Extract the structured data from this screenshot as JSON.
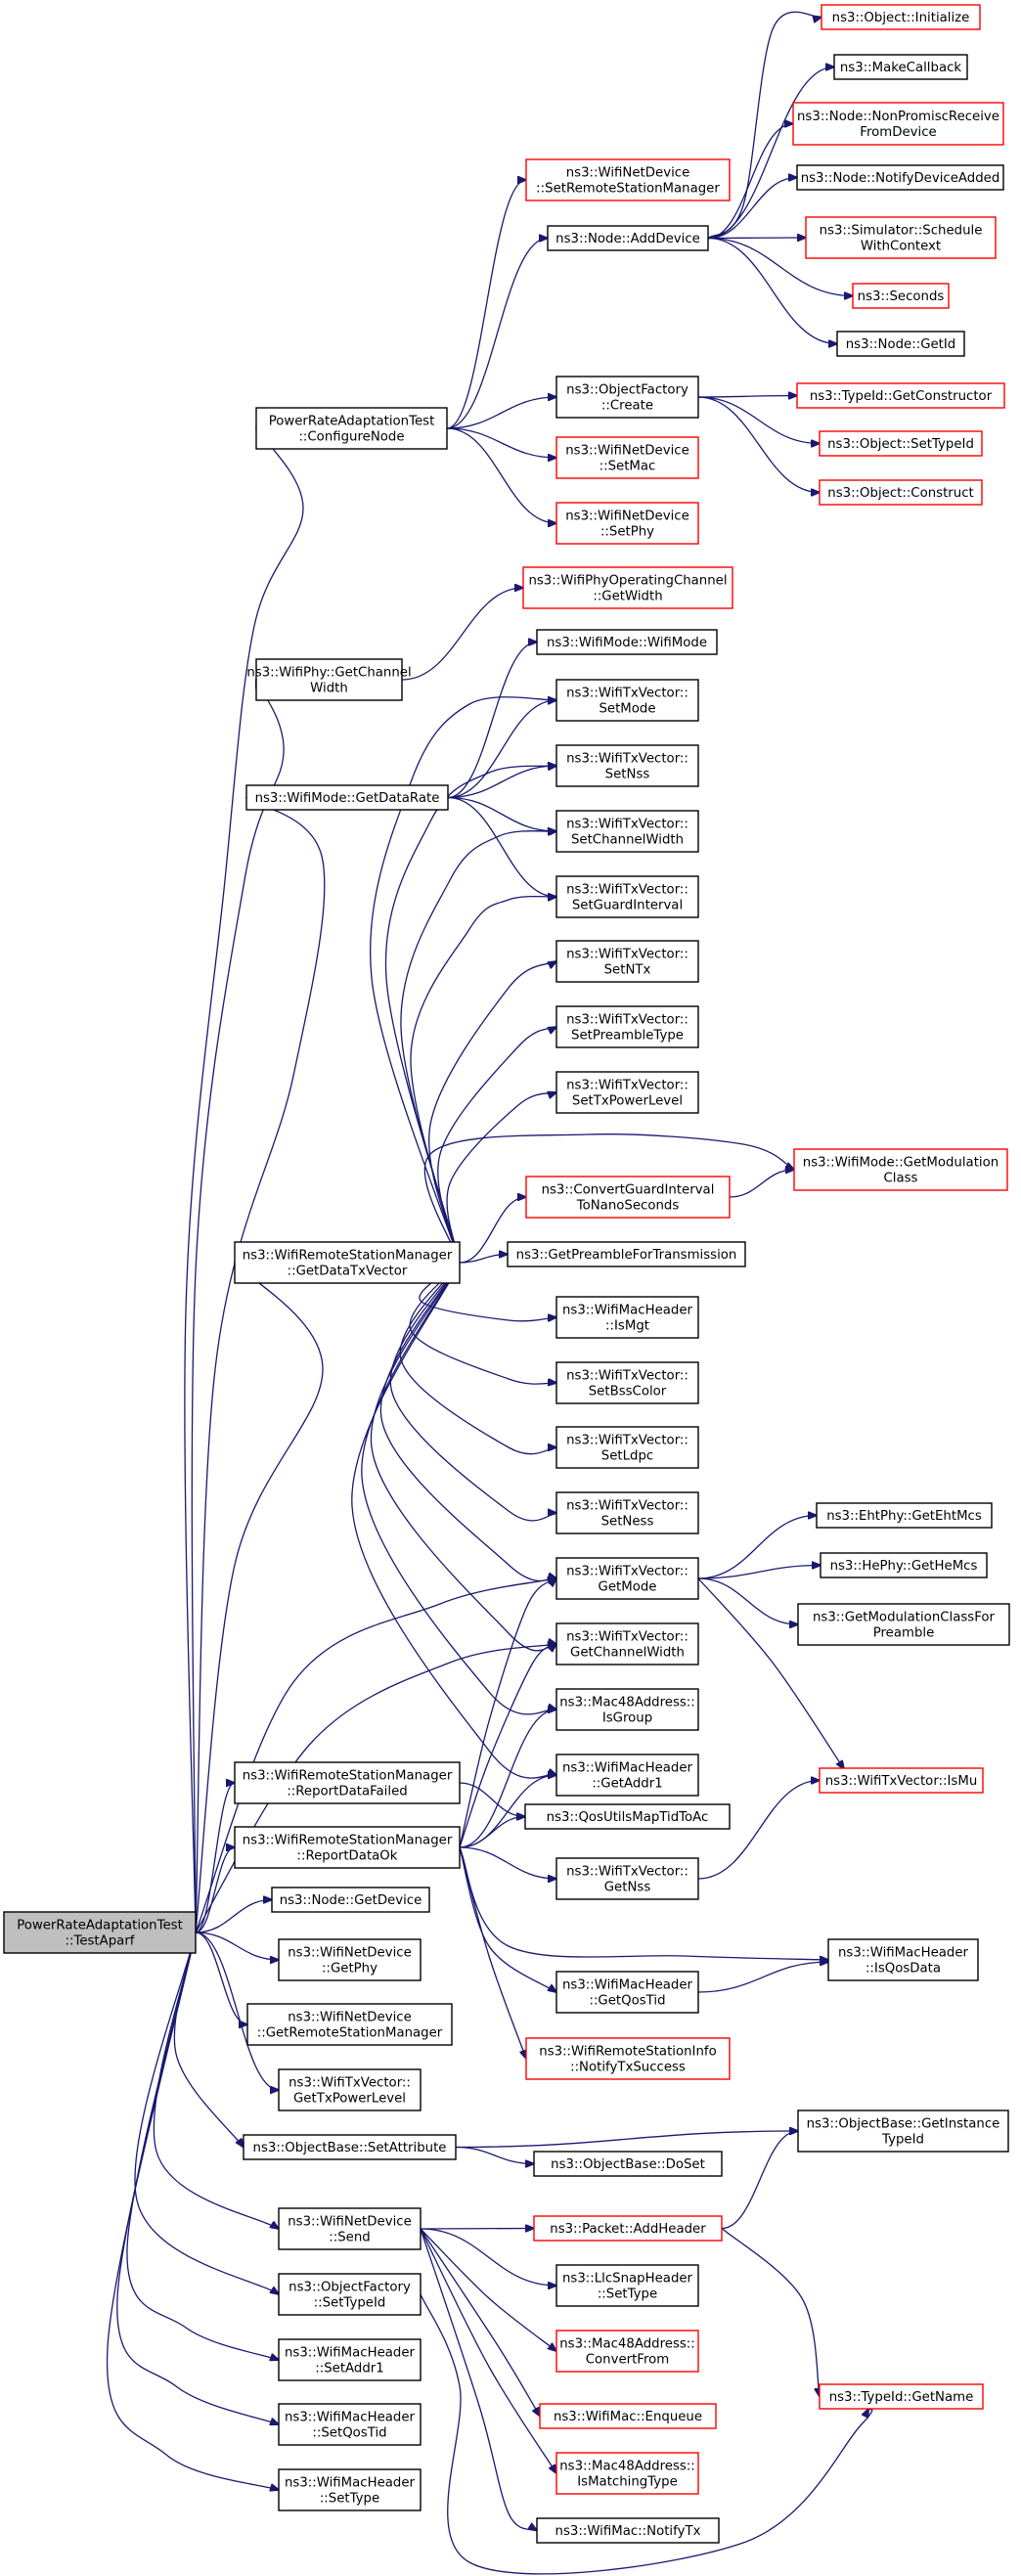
{
  "graph": {
    "root": "PowerRateAdaptationTest::TestAparf",
    "nodes": [
      {
        "id": "testaparf",
        "lines": [
          "PowerRateAdaptationTest",
          "::TestAparf"
        ],
        "border": "root"
      },
      {
        "id": "configurenode",
        "lines": [
          "PowerRateAdaptationTest",
          "::ConfigureNode"
        ],
        "border": "black"
      },
      {
        "id": "setremotestationmanager",
        "lines": [
          "ns3::WifiNetDevice",
          "::SetRemoteStationManager"
        ],
        "border": "red"
      },
      {
        "id": "node_adddevice",
        "lines": [
          "ns3::Node::AddDevice"
        ],
        "border": "black"
      },
      {
        "id": "object_initialize",
        "lines": [
          "ns3::Object::Initialize"
        ],
        "border": "red"
      },
      {
        "id": "makecallback",
        "lines": [
          "ns3::MakeCallback"
        ],
        "border": "black"
      },
      {
        "id": "nonpromisc",
        "lines": [
          "ns3::Node::NonPromiscReceive",
          "FromDevice"
        ],
        "border": "red"
      },
      {
        "id": "notifydeviceadded",
        "lines": [
          "ns3::Node::NotifyDeviceAdded"
        ],
        "border": "black"
      },
      {
        "id": "schedulewithcontext",
        "lines": [
          "ns3::Simulator::Schedule",
          "WithContext"
        ],
        "border": "red"
      },
      {
        "id": "seconds",
        "lines": [
          "ns3::Seconds"
        ],
        "border": "red"
      },
      {
        "id": "node_getid",
        "lines": [
          "ns3::Node::GetId"
        ],
        "border": "black"
      },
      {
        "id": "objectfactory_create",
        "lines": [
          "ns3::ObjectFactory",
          "::Create"
        ],
        "border": "black"
      },
      {
        "id": "getconstructor",
        "lines": [
          "ns3::TypeId::GetConstructor"
        ],
        "border": "red"
      },
      {
        "id": "settypeid_obj",
        "lines": [
          "ns3::Object::SetTypeId"
        ],
        "border": "red"
      },
      {
        "id": "construct",
        "lines": [
          "ns3::Object::Construct"
        ],
        "border": "red"
      },
      {
        "id": "setmac",
        "lines": [
          "ns3::WifiNetDevice",
          "::SetMac"
        ],
        "border": "red"
      },
      {
        "id": "setphy",
        "lines": [
          "ns3::WifiNetDevice",
          "::SetPhy"
        ],
        "border": "red"
      },
      {
        "id": "opchannel_getwidth",
        "lines": [
          "ns3::WifiPhyOperatingChannel",
          "::GetWidth"
        ],
        "border": "red"
      },
      {
        "id": "getchannelwidth_phy",
        "lines": [
          "ns3::WifiPhy::GetChannel",
          "Width"
        ],
        "border": "black"
      },
      {
        "id": "wifimode_wifimode",
        "lines": [
          "ns3::WifiMode::WifiMode"
        ],
        "border": "black"
      },
      {
        "id": "setmode",
        "lines": [
          "ns3::WifiTxVector::",
          "SetMode"
        ],
        "border": "black"
      },
      {
        "id": "getdatarate",
        "lines": [
          "ns3::WifiMode::GetDataRate"
        ],
        "border": "black"
      },
      {
        "id": "setnss",
        "lines": [
          "ns3::WifiTxVector::",
          "SetNss"
        ],
        "border": "black"
      },
      {
        "id": "setchannelwidth",
        "lines": [
          "ns3::WifiTxVector::",
          "SetChannelWidth"
        ],
        "border": "black"
      },
      {
        "id": "setguardinterval",
        "lines": [
          "ns3::WifiTxVector::",
          "SetGuardInterval"
        ],
        "border": "black"
      },
      {
        "id": "setntx",
        "lines": [
          "ns3::WifiTxVector::",
          "SetNTx"
        ],
        "border": "black"
      },
      {
        "id": "setpreambletype",
        "lines": [
          "ns3::WifiTxVector::",
          "SetPreambleType"
        ],
        "border": "black"
      },
      {
        "id": "settxpowerlevel",
        "lines": [
          "ns3::WifiTxVector::",
          "SetTxPowerLevel"
        ],
        "border": "black"
      },
      {
        "id": "getmodulationclass",
        "lines": [
          "ns3::WifiMode::GetModulation",
          "Class"
        ],
        "border": "red"
      },
      {
        "id": "convertguardinterval",
        "lines": [
          "ns3::ConvertGuardInterval",
          "ToNanoSeconds"
        ],
        "border": "red"
      },
      {
        "id": "getdatatxvector",
        "lines": [
          "ns3::WifiRemoteStationManager",
          "::GetDataTxVector"
        ],
        "border": "black"
      },
      {
        "id": "getpreamblefortx",
        "lines": [
          "ns3::GetPreambleForTransmission"
        ],
        "border": "black"
      },
      {
        "id": "ismgt",
        "lines": [
          "ns3::WifiMacHeader",
          "::IsMgt"
        ],
        "border": "black"
      },
      {
        "id": "setbsscolor",
        "lines": [
          "ns3::WifiTxVector::",
          "SetBssColor"
        ],
        "border": "black"
      },
      {
        "id": "setldpc",
        "lines": [
          "ns3::WifiTxVector::",
          "SetLdpc"
        ],
        "border": "black"
      },
      {
        "id": "setness",
        "lines": [
          "ns3::WifiTxVector::",
          "SetNess"
        ],
        "border": "black"
      },
      {
        "id": "getmode",
        "lines": [
          "ns3::WifiTxVector::",
          "GetMode"
        ],
        "border": "black"
      },
      {
        "id": "getehtmcs",
        "lines": [
          "ns3::EhtPhy::GetEhtMcs"
        ],
        "border": "black"
      },
      {
        "id": "gethemcs",
        "lines": [
          "ns3::HePhy::GetHeMcs"
        ],
        "border": "black"
      },
      {
        "id": "getmodclassforpreamble",
        "lines": [
          "ns3::GetModulationClassFor",
          "Preamble"
        ],
        "border": "black"
      },
      {
        "id": "getchannelwidth_txv",
        "lines": [
          "ns3::WifiTxVector::",
          "GetChannelWidth"
        ],
        "border": "black"
      },
      {
        "id": "isgroup",
        "lines": [
          "ns3::Mac48Address::",
          "IsGroup"
        ],
        "border": "black"
      },
      {
        "id": "reportdatafailed",
        "lines": [
          "ns3::WifiRemoteStationManager",
          "::ReportDataFailed"
        ],
        "border": "black"
      },
      {
        "id": "getaddr1",
        "lines": [
          "ns3::WifiMacHeader",
          "::GetAddr1"
        ],
        "border": "black"
      },
      {
        "id": "ismu",
        "lines": [
          "ns3::WifiTxVector::IsMu"
        ],
        "border": "red"
      },
      {
        "id": "reportdataok",
        "lines": [
          "ns3::WifiRemoteStationManager",
          "::ReportDataOk"
        ],
        "border": "black"
      },
      {
        "id": "qosutils",
        "lines": [
          "ns3::QosUtilsMapTidToAc"
        ],
        "border": "black"
      },
      {
        "id": "getnss",
        "lines": [
          "ns3::WifiTxVector::",
          "GetNss"
        ],
        "border": "black"
      },
      {
        "id": "node_getdevice",
        "lines": [
          "ns3::Node::GetDevice"
        ],
        "border": "black"
      },
      {
        "id": "isqosdata",
        "lines": [
          "ns3::WifiMacHeader",
          "::IsQosData"
        ],
        "border": "black"
      },
      {
        "id": "getphy",
        "lines": [
          "ns3::WifiNetDevice",
          "::GetPhy"
        ],
        "border": "black"
      },
      {
        "id": "getqostid",
        "lines": [
          "ns3::WifiMacHeader",
          "::GetQosTid"
        ],
        "border": "black"
      },
      {
        "id": "getremotestationmanager",
        "lines": [
          "ns3::WifiNetDevice",
          "::GetRemoteStationManager"
        ],
        "border": "black"
      },
      {
        "id": "notifytxsuccess",
        "lines": [
          "ns3::WifiRemoteStationInfo",
          "::NotifyTxSuccess"
        ],
        "border": "red"
      },
      {
        "id": "gettxpowerlevel",
        "lines": [
          "ns3::WifiTxVector::",
          "GetTxPowerLevel"
        ],
        "border": "black"
      },
      {
        "id": "getinstancetypeid",
        "lines": [
          "ns3::ObjectBase::GetInstance",
          "TypeId"
        ],
        "border": "black"
      },
      {
        "id": "setattribute",
        "lines": [
          "ns3::ObjectBase::SetAttribute"
        ],
        "border": "black"
      },
      {
        "id": "doset",
        "lines": [
          "ns3::ObjectBase::DoSet"
        ],
        "border": "black"
      },
      {
        "id": "netdevice_send",
        "lines": [
          "ns3::WifiNetDevice",
          "::Send"
        ],
        "border": "black"
      },
      {
        "id": "addheader",
        "lines": [
          "ns3::Packet::AddHeader"
        ],
        "border": "red"
      },
      {
        "id": "llcsnap_settype",
        "lines": [
          "ns3::LlcSnapHeader",
          "::SetType"
        ],
        "border": "black"
      },
      {
        "id": "factory_settypeid",
        "lines": [
          "ns3::ObjectFactory",
          "::SetTypeId"
        ],
        "border": "black"
      },
      {
        "id": "convertfrom",
        "lines": [
          "ns3::Mac48Address::",
          "ConvertFrom"
        ],
        "border": "red"
      },
      {
        "id": "setaddr1",
        "lines": [
          "ns3::WifiMacHeader",
          "::SetAddr1"
        ],
        "border": "black"
      },
      {
        "id": "enqueue",
        "lines": [
          "ns3::WifiMac::Enqueue"
        ],
        "border": "red"
      },
      {
        "id": "getname",
        "lines": [
          "ns3::TypeId::GetName"
        ],
        "border": "red"
      },
      {
        "id": "setqostid",
        "lines": [
          "ns3::WifiMacHeader",
          "::SetQosTid"
        ],
        "border": "black"
      },
      {
        "id": "ismatchingtype",
        "lines": [
          "ns3::Mac48Address::",
          "IsMatchingType"
        ],
        "border": "red"
      },
      {
        "id": "hdr_settype",
        "lines": [
          "ns3::WifiMacHeader",
          "::SetType"
        ],
        "border": "black"
      },
      {
        "id": "notifytx",
        "lines": [
          "ns3::WifiMac::NotifyTx"
        ],
        "border": "black"
      }
    ],
    "edges": [
      [
        "testaparf",
        "configurenode"
      ],
      [
        "testaparf",
        "getchannelwidth_phy"
      ],
      [
        "testaparf",
        "getdatarate"
      ],
      [
        "testaparf",
        "getdatatxvector"
      ],
      [
        "testaparf",
        "getmode"
      ],
      [
        "testaparf",
        "getchannelwidth_txv"
      ],
      [
        "testaparf",
        "reportdatafailed"
      ],
      [
        "testaparf",
        "reportdataok"
      ],
      [
        "testaparf",
        "node_getdevice"
      ],
      [
        "testaparf",
        "getphy"
      ],
      [
        "testaparf",
        "getremotestationmanager"
      ],
      [
        "testaparf",
        "gettxpowerlevel"
      ],
      [
        "testaparf",
        "setattribute"
      ],
      [
        "testaparf",
        "netdevice_send"
      ],
      [
        "testaparf",
        "factory_settypeid"
      ],
      [
        "testaparf",
        "setaddr1"
      ],
      [
        "testaparf",
        "setqostid"
      ],
      [
        "testaparf",
        "hdr_settype"
      ],
      [
        "configurenode",
        "setremotestationmanager"
      ],
      [
        "configurenode",
        "node_adddevice"
      ],
      [
        "configurenode",
        "objectfactory_create"
      ],
      [
        "configurenode",
        "setmac"
      ],
      [
        "configurenode",
        "setphy"
      ],
      [
        "node_adddevice",
        "object_initialize"
      ],
      [
        "node_adddevice",
        "makecallback"
      ],
      [
        "node_adddevice",
        "nonpromisc"
      ],
      [
        "node_adddevice",
        "notifydeviceadded"
      ],
      [
        "node_adddevice",
        "schedulewithcontext"
      ],
      [
        "node_adddevice",
        "seconds"
      ],
      [
        "node_adddevice",
        "node_getid"
      ],
      [
        "objectfactory_create",
        "getconstructor"
      ],
      [
        "objectfactory_create",
        "settypeid_obj"
      ],
      [
        "objectfactory_create",
        "construct"
      ],
      [
        "getchannelwidth_phy",
        "opchannel_getwidth"
      ],
      [
        "getdatarate",
        "wifimode_wifimode"
      ],
      [
        "getdatarate",
        "setmode"
      ],
      [
        "getdatarate",
        "setnss"
      ],
      [
        "getdatarate",
        "setchannelwidth"
      ],
      [
        "getdatarate",
        "setguardinterval"
      ],
      [
        "getdatatxvector",
        "setmode"
      ],
      [
        "getdatatxvector",
        "setnss"
      ],
      [
        "getdatatxvector",
        "setchannelwidth"
      ],
      [
        "getdatatxvector",
        "setguardinterval"
      ],
      [
        "getdatatxvector",
        "setntx"
      ],
      [
        "getdatatxvector",
        "setpreambletype"
      ],
      [
        "getdatatxvector",
        "settxpowerlevel"
      ],
      [
        "getdatatxvector",
        "getmodulationclass"
      ],
      [
        "getdatatxvector",
        "convertguardinterval"
      ],
      [
        "getdatatxvector",
        "getpreamblefortx"
      ],
      [
        "getdatatxvector",
        "ismgt"
      ],
      [
        "getdatatxvector",
        "setbsscolor"
      ],
      [
        "getdatatxvector",
        "setldpc"
      ],
      [
        "getdatatxvector",
        "setness"
      ],
      [
        "getdatatxvector",
        "getmode"
      ],
      [
        "getdatatxvector",
        "getchannelwidth_txv"
      ],
      [
        "getdatatxvector",
        "isgroup"
      ],
      [
        "getdatatxvector",
        "getaddr1"
      ],
      [
        "convertguardinterval",
        "getmodulationclass"
      ],
      [
        "getmode",
        "getehtmcs"
      ],
      [
        "getmode",
        "gethemcs"
      ],
      [
        "getmode",
        "getmodclassforpreamble"
      ],
      [
        "getmode",
        "ismu"
      ],
      [
        "reportdatafailed",
        "qosutils"
      ],
      [
        "reportdataok",
        "getmode"
      ],
      [
        "reportdataok",
        "getchannelwidth_txv"
      ],
      [
        "reportdataok",
        "isgroup"
      ],
      [
        "reportdataok",
        "getaddr1"
      ],
      [
        "reportdataok",
        "qosutils"
      ],
      [
        "reportdataok",
        "getnss"
      ],
      [
        "reportdataok",
        "isqosdata"
      ],
      [
        "reportdataok",
        "getqostid"
      ],
      [
        "reportdataok",
        "notifytxsuccess"
      ],
      [
        "getnss",
        "ismu"
      ],
      [
        "getqostid",
        "isqosdata"
      ],
      [
        "setattribute",
        "getinstancetypeid"
      ],
      [
        "setattribute",
        "doset"
      ],
      [
        "netdevice_send",
        "addheader"
      ],
      [
        "netdevice_send",
        "llcsnap_settype"
      ],
      [
        "netdevice_send",
        "convertfrom"
      ],
      [
        "netdevice_send",
        "enqueue"
      ],
      [
        "netdevice_send",
        "ismatchingtype"
      ],
      [
        "netdevice_send",
        "notifytx"
      ],
      [
        "addheader",
        "getinstancetypeid"
      ],
      [
        "addheader",
        "getname"
      ],
      [
        "factory_settypeid",
        "getname"
      ]
    ]
  }
}
